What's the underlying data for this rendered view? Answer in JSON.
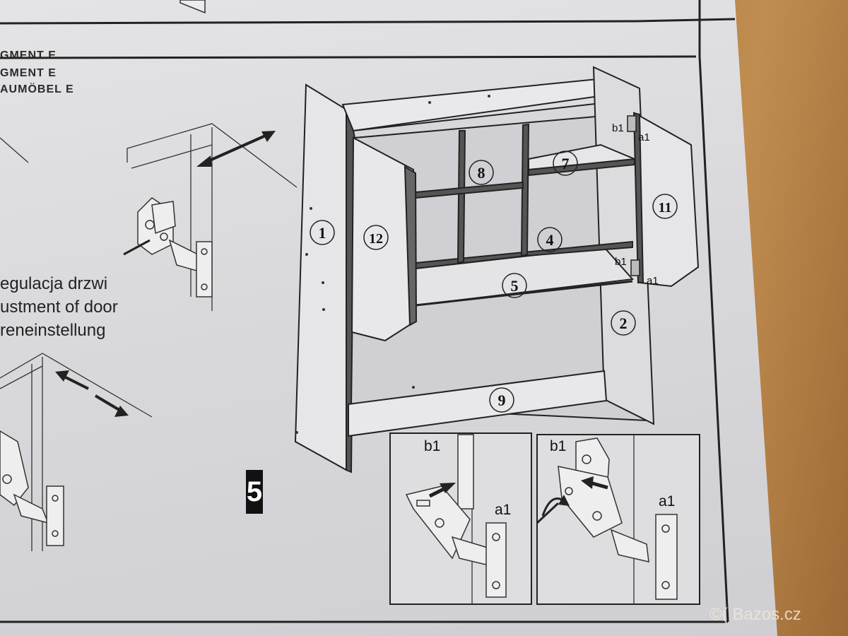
{
  "section_heading": {
    "lines": [
      "GMENT E",
      "GMENT E",
      "AUMÖBEL E"
    ]
  },
  "adjustment_caption": {
    "lines": [
      "egulacja drzwi",
      "ustment of door",
      "reneinstellung"
    ]
  },
  "step_number": "5",
  "part_labels": [
    "1",
    "2",
    "4",
    "5",
    "7",
    "8",
    "9",
    "11",
    "12"
  ],
  "hinge_labels": {
    "b1": "b1",
    "a1": "a1"
  },
  "detail_labels": {
    "left_b1": "b1",
    "left_a1": "a1",
    "right_b1": "b1",
    "right_a1": "a1"
  },
  "watermark": "Bazos.cz",
  "colors": {
    "paper": "#dcdcdf",
    "ink": "#222222",
    "table": "#b98a52"
  }
}
